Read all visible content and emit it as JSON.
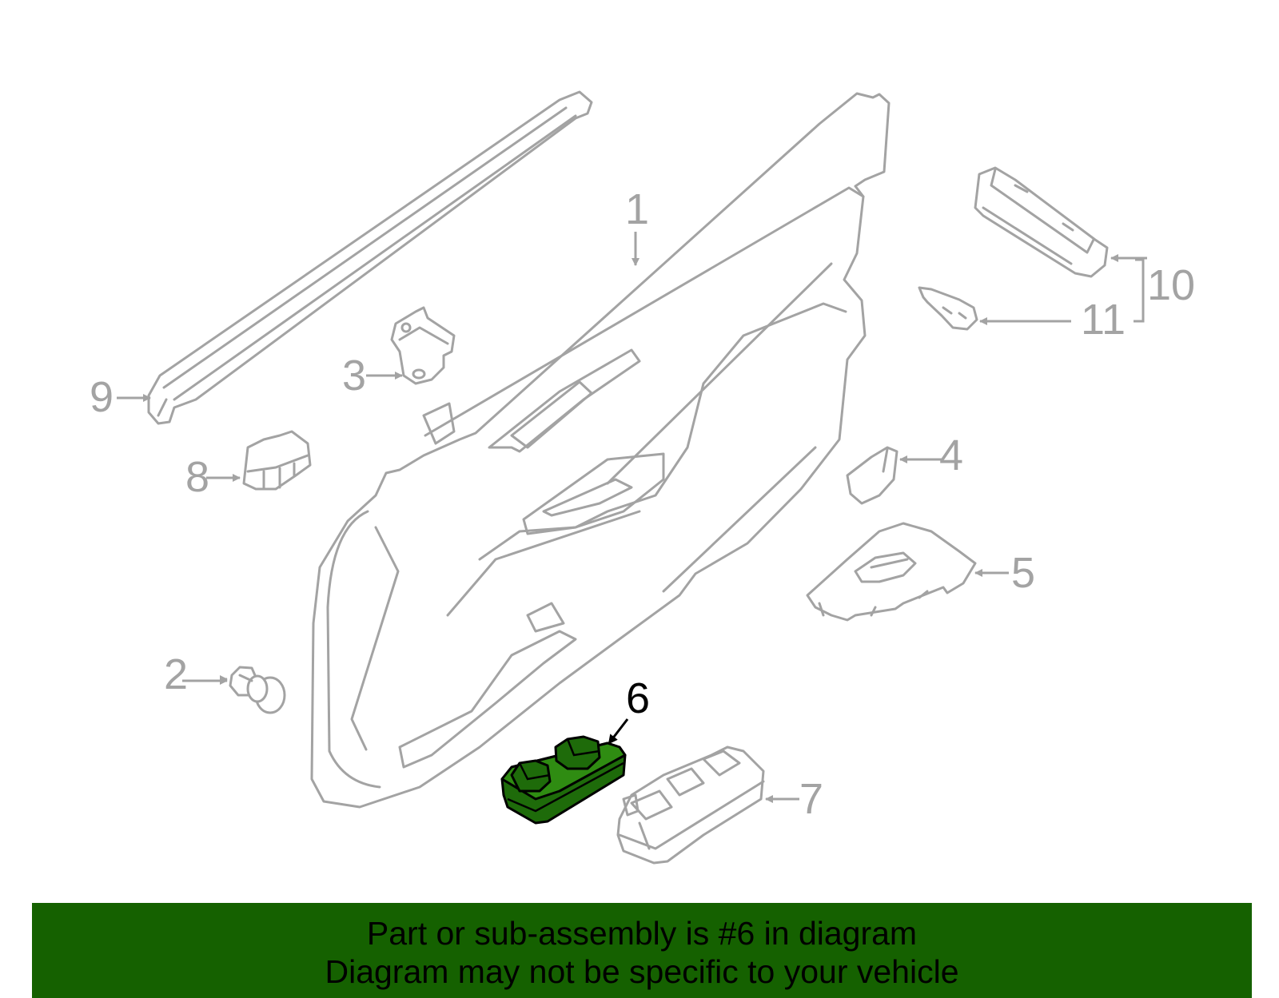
{
  "diagram": {
    "highlighted_part": "6",
    "callouts": {
      "p1": "1",
      "p2": "2",
      "p3": "3",
      "p4": "4",
      "p5": "5",
      "p6": "6",
      "p7": "7",
      "p8": "8",
      "p9": "9",
      "p10": "10",
      "p11": "11"
    },
    "colors": {
      "line_art": "#a3a3a3",
      "highlight_fill": "#1e6b0a",
      "banner": "#156100",
      "text": "#000000"
    }
  },
  "footer": {
    "line1": "Part or sub-assembly is #6 in diagram",
    "line2": "Diagram may not be specific to your vehicle"
  }
}
